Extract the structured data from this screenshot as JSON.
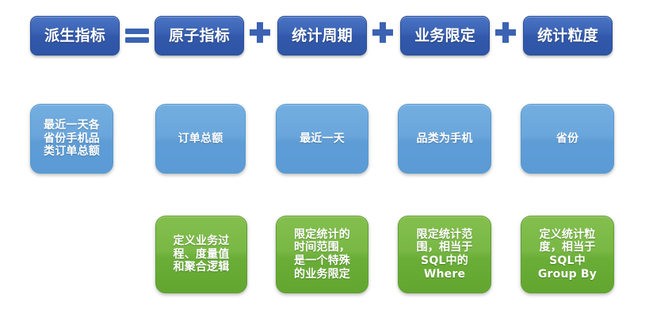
{
  "diagram": {
    "title_row": {
      "terms": [
        {
          "id": "derived-metric",
          "label": "派生指标"
        },
        {
          "id": "atomic-metric",
          "label": "原子指标"
        },
        {
          "id": "stat-period",
          "label": "统计周期"
        },
        {
          "id": "business-limit",
          "label": "业务限定"
        },
        {
          "id": "stat-granularity",
          "label": "统计粒度"
        }
      ],
      "operators": [
        {
          "id": "equals-operator",
          "symbol": "="
        },
        {
          "id": "plus-operator-1",
          "symbol": "+"
        },
        {
          "id": "plus-operator-2",
          "symbol": "+"
        },
        {
          "id": "plus-operator-3",
          "symbol": "+"
        }
      ]
    },
    "example_row": [
      {
        "id": "example-derived-metric",
        "label": "最近一天各\n省份手机品\n类订单总额"
      },
      {
        "id": "example-atomic-metric",
        "label": "订单总额"
      },
      {
        "id": "example-stat-period",
        "label": "最近一天"
      },
      {
        "id": "example-business-limit",
        "label": "品类为手机"
      },
      {
        "id": "example-stat-granularity",
        "label": "省份"
      }
    ],
    "note_row": [
      {
        "id": "note-atomic-metric",
        "label": "定义业务过\n程、度量值\n和聚合逻辑"
      },
      {
        "id": "note-stat-period",
        "label": "限定统计的\n时间范围，\n是一个特殊\n的业务限定"
      },
      {
        "id": "note-business-limit",
        "label": "限定统计范\n围，相当于\nSQL中的\nWhere"
      },
      {
        "id": "note-stat-granularity",
        "label": "定义统计粒\n度，相当于\nSQL中\nGroup By"
      }
    ],
    "colors": {
      "term_blue": "#3258ab",
      "operator_blue": "#3b63b2",
      "example_blue": "#5b9bd5",
      "note_green": "#6aae38",
      "text_white": "#ffffff",
      "background": "#ffffff"
    }
  }
}
